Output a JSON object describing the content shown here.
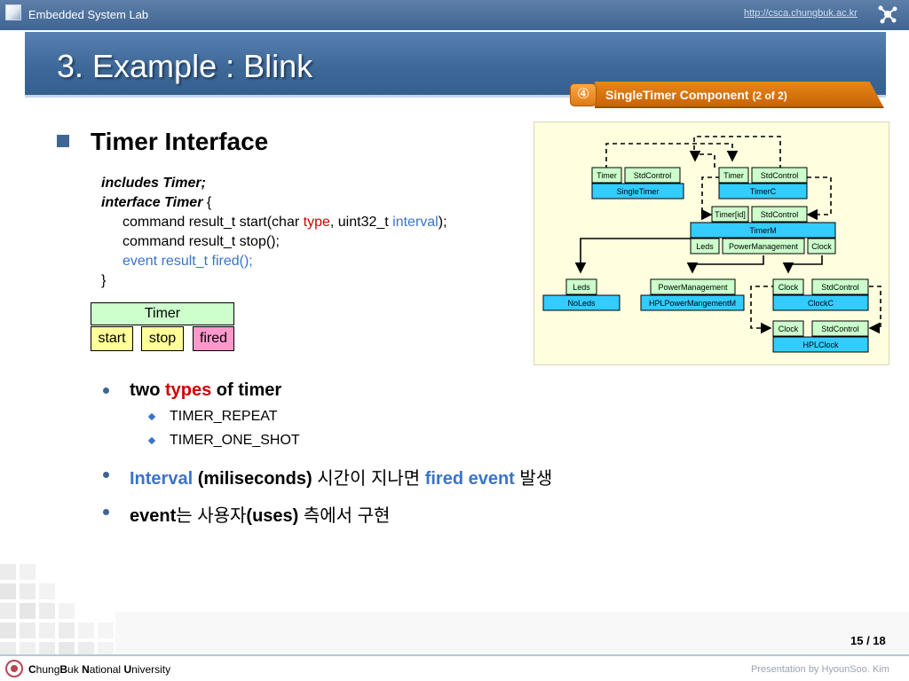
{
  "header": {
    "lab": "Embedded System Lab",
    "url": "http://csca.chungbuk.ac.kr",
    "title": "3. Example : Blink"
  },
  "subtitle": {
    "number": "④",
    "text": "SingleTimer Component",
    "part": "(2 of 2)"
  },
  "heading": "Timer Interface",
  "code": {
    "line1": "includes Timer;",
    "line2_kw": "interface Timer",
    "line2_rest": " {",
    "line3_a": "command result_t start(char ",
    "line3_type": "type",
    "line3_b": ", uint32_t ",
    "line3_interval": "interval",
    "line3_c": ");",
    "line4": "command result_t stop();",
    "line5": "event result_t fired();",
    "line6": "}"
  },
  "timer_box": {
    "name": "Timer",
    "start": "start",
    "stop": "stop",
    "fired": "fired"
  },
  "bullets": {
    "b1_a": "two ",
    "b1_types": "types",
    "b1_b": " of timer",
    "sub1": "TIMER_REPEAT",
    "sub2": "TIMER_ONE_SHOT",
    "b2_interval": "Interval",
    "b2_ms": " (miliseconds) ",
    "b2_ko1": "시간이 지나면 ",
    "b2_fired": "fired event",
    "b2_ko2": " 발생",
    "b3_a": "event",
    "b3_b": "는 사용자",
    "b3_c": "(uses)",
    "b3_d": " 측에서 구현"
  },
  "diagram": {
    "singletimer": {
      "timer": "Timer",
      "stdcontrol": "StdControl",
      "name": "SingleTimer"
    },
    "timerc": {
      "timer": "Timer",
      "stdcontrol": "StdControl",
      "name": "TimerC"
    },
    "timerm": {
      "timerid": "Timer[id]",
      "stdcontrol": "StdControl",
      "name": "TimerM",
      "leds": "Leds",
      "power": "PowerManagement",
      "clock": "Clock"
    },
    "noleds": {
      "leds": "Leds",
      "name": "NoLeds"
    },
    "hplpower": {
      "power": "PowerManagement",
      "name": "HPLPowerMangementM"
    },
    "clockc": {
      "clock": "Clock",
      "stdcontrol": "StdControl",
      "name": "ClockC"
    },
    "hplclock": {
      "clock": "Clock",
      "stdcontrol": "StdControl",
      "name": "HPLClock"
    }
  },
  "footer": {
    "page": "15 / 18",
    "uni_c": "C",
    "uni_hung": "hung",
    "uni_b": "B",
    "uni_uk": "uk ",
    "uni_n": "N",
    "uni_ational": "ational ",
    "uni_u": "U",
    "uni_niversity": "niversity",
    "credit": "Presentation by HyounSoo. Kim"
  },
  "colors": {
    "header_blue": "#3f6592",
    "tab_orange": "#e07a12",
    "accent_red": "#cc0000",
    "accent_blue": "#3a74c8",
    "interface_green": "#ccffcc",
    "component_blue": "#33ccff"
  }
}
